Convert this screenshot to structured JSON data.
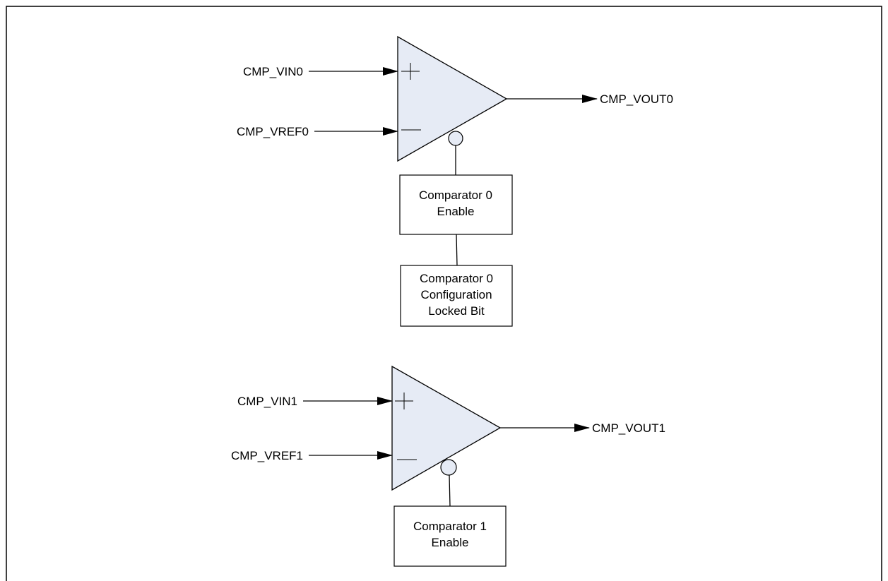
{
  "colors": {
    "comparator_fill": "#e6ebf5",
    "line": "#000000",
    "background": "#ffffff"
  },
  "comparator0": {
    "input_plus": "CMP_VIN0",
    "input_minus": "CMP_VREF0",
    "output": "CMP_VOUT0",
    "plus_sign": "+",
    "minus_sign": "—",
    "enable_box": [
      "Comparator 0",
      "Enable"
    ],
    "lock_box": [
      "Comparator 0",
      "Configuration",
      "Locked Bit"
    ]
  },
  "comparator1": {
    "input_plus": "CMP_VIN1",
    "input_minus": "CMP_VREF1",
    "output": "CMP_VOUT1",
    "plus_sign": "+",
    "minus_sign": "—",
    "enable_box": [
      "Comparator 1",
      "Enable"
    ]
  }
}
